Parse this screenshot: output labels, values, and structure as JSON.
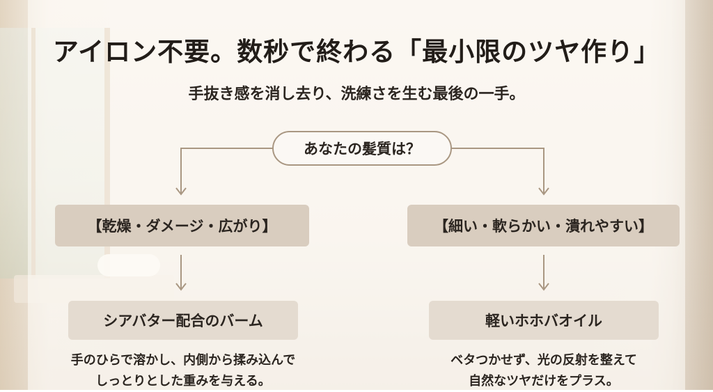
{
  "title": "アイロン不要。数秒で終わる「最小限のツヤ作り」",
  "subtitle": "手抜き感を消し去り、洗練さを生む最後の一手。",
  "question": "あなたの髪質は？",
  "left": {
    "hair_type": "【乾燥・ダメージ・広がり】",
    "product": "シアバター配合のバーム",
    "description_lines": [
      "手のひらで溶かし、内側から揉み込んで",
      "しっとりとした重みを与える。"
    ]
  },
  "right": {
    "hair_type": "【細い・軟らかい・潰れやすい】",
    "product": "軽いホホバオイル",
    "description_lines": [
      "ベタつかせず、光の反射を整えて",
      "自然なツヤだけをプラス。"
    ]
  },
  "colors": {
    "connector": "#a99782",
    "branch_fill": "#d9cdbf",
    "result_fill": "#e4dbd0",
    "text": "#2b2520"
  }
}
